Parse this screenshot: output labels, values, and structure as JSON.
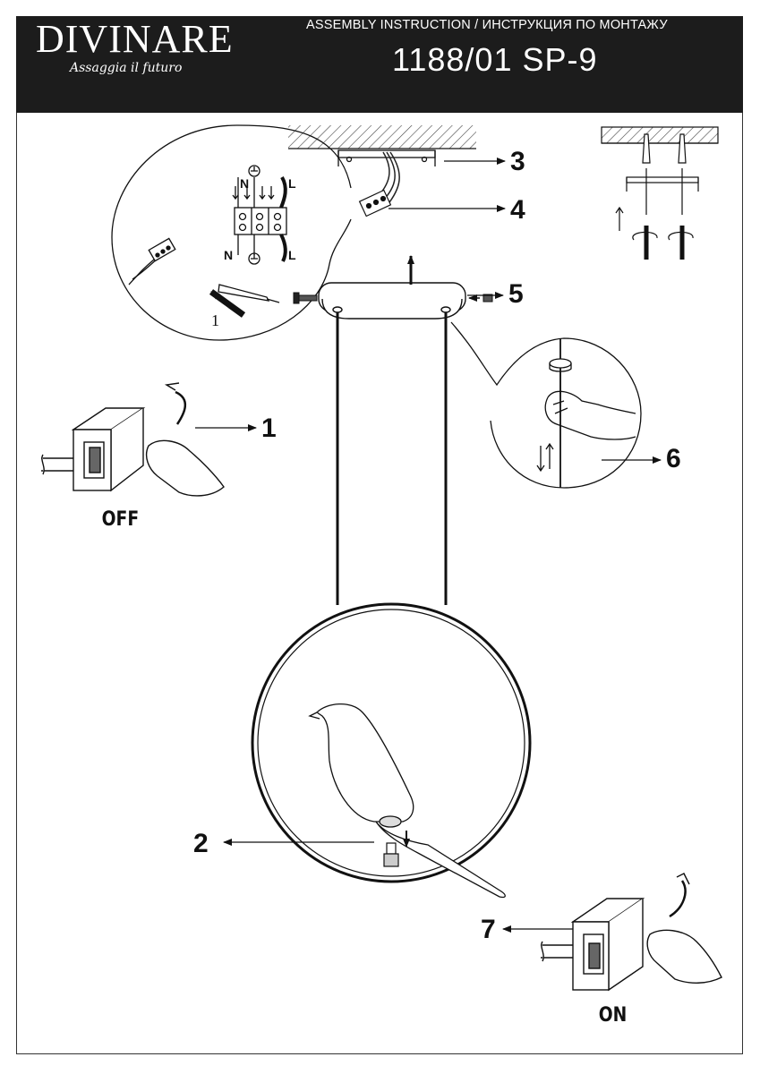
{
  "header": {
    "brand": "DIVINARE",
    "tagline": "Assaggia il futuro",
    "subtitle": "ASSEMBLY INSTRUCTION / ИНСТРУКЦИЯ ПО МОНТАЖУ",
    "model": "1188/01 SP-9"
  },
  "steps": [
    "1",
    "2",
    "3",
    "4",
    "5",
    "6",
    "7"
  ],
  "switch_labels": {
    "off": "OFF",
    "on": "ON"
  },
  "wiring_labels": {
    "neutral": "N",
    "live": "L",
    "tool_step": "1"
  },
  "colors": {
    "header_bg": "#1c1c1c",
    "line": "#111111"
  }
}
